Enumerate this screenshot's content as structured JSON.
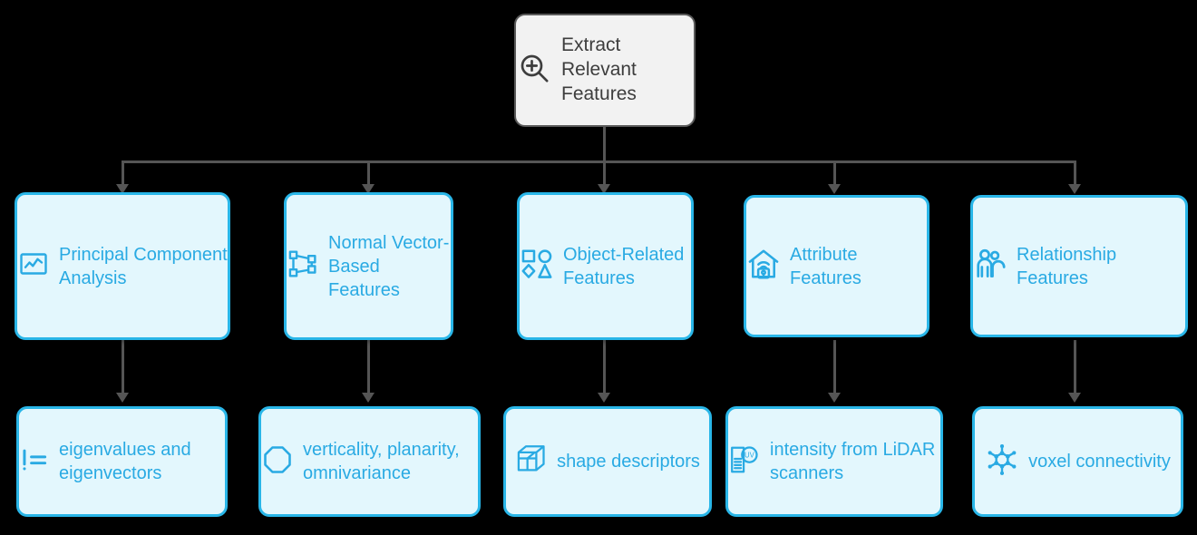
{
  "diagram": {
    "title_node": {
      "label": "Extract Relevant Features",
      "icon": "zoom-in-magnifier-icon",
      "fill": "#f2f2f2",
      "border": "#5a5a5a",
      "text_color": "#3d3d3d"
    },
    "accent_color": "#29aae3",
    "card_fill": "#e3f7fd",
    "card_border": "#29b6e8",
    "connector_color": "#555555",
    "background": "#000000",
    "categories": [
      {
        "label": "Principal Component Analysis",
        "icon": "line-chart-icon",
        "detail": {
          "label": "eigenvalues and eigenvectors",
          "icon": "not-equal-math-icon"
        }
      },
      {
        "label": "Normal Vector-Based Features",
        "icon": "polygon-vertices-icon",
        "detail": {
          "label": "verticality, planarity, omnivariance",
          "icon": "octagon-icon"
        }
      },
      {
        "label": "Object-Related Features",
        "icon": "shapes-icon",
        "detail": {
          "label": "shape descriptors",
          "icon": "wireframe-cube-icon"
        }
      },
      {
        "label": "Attribute Features",
        "icon": "smart-home-icon",
        "detail": {
          "label": "intensity from LiDAR scanners",
          "icon": "uv-sensor-document-icon"
        }
      },
      {
        "label": "Relationship Features",
        "icon": "people-group-icon",
        "detail": {
          "label": "voxel connectivity",
          "icon": "molecule-network-icon"
        }
      }
    ]
  }
}
